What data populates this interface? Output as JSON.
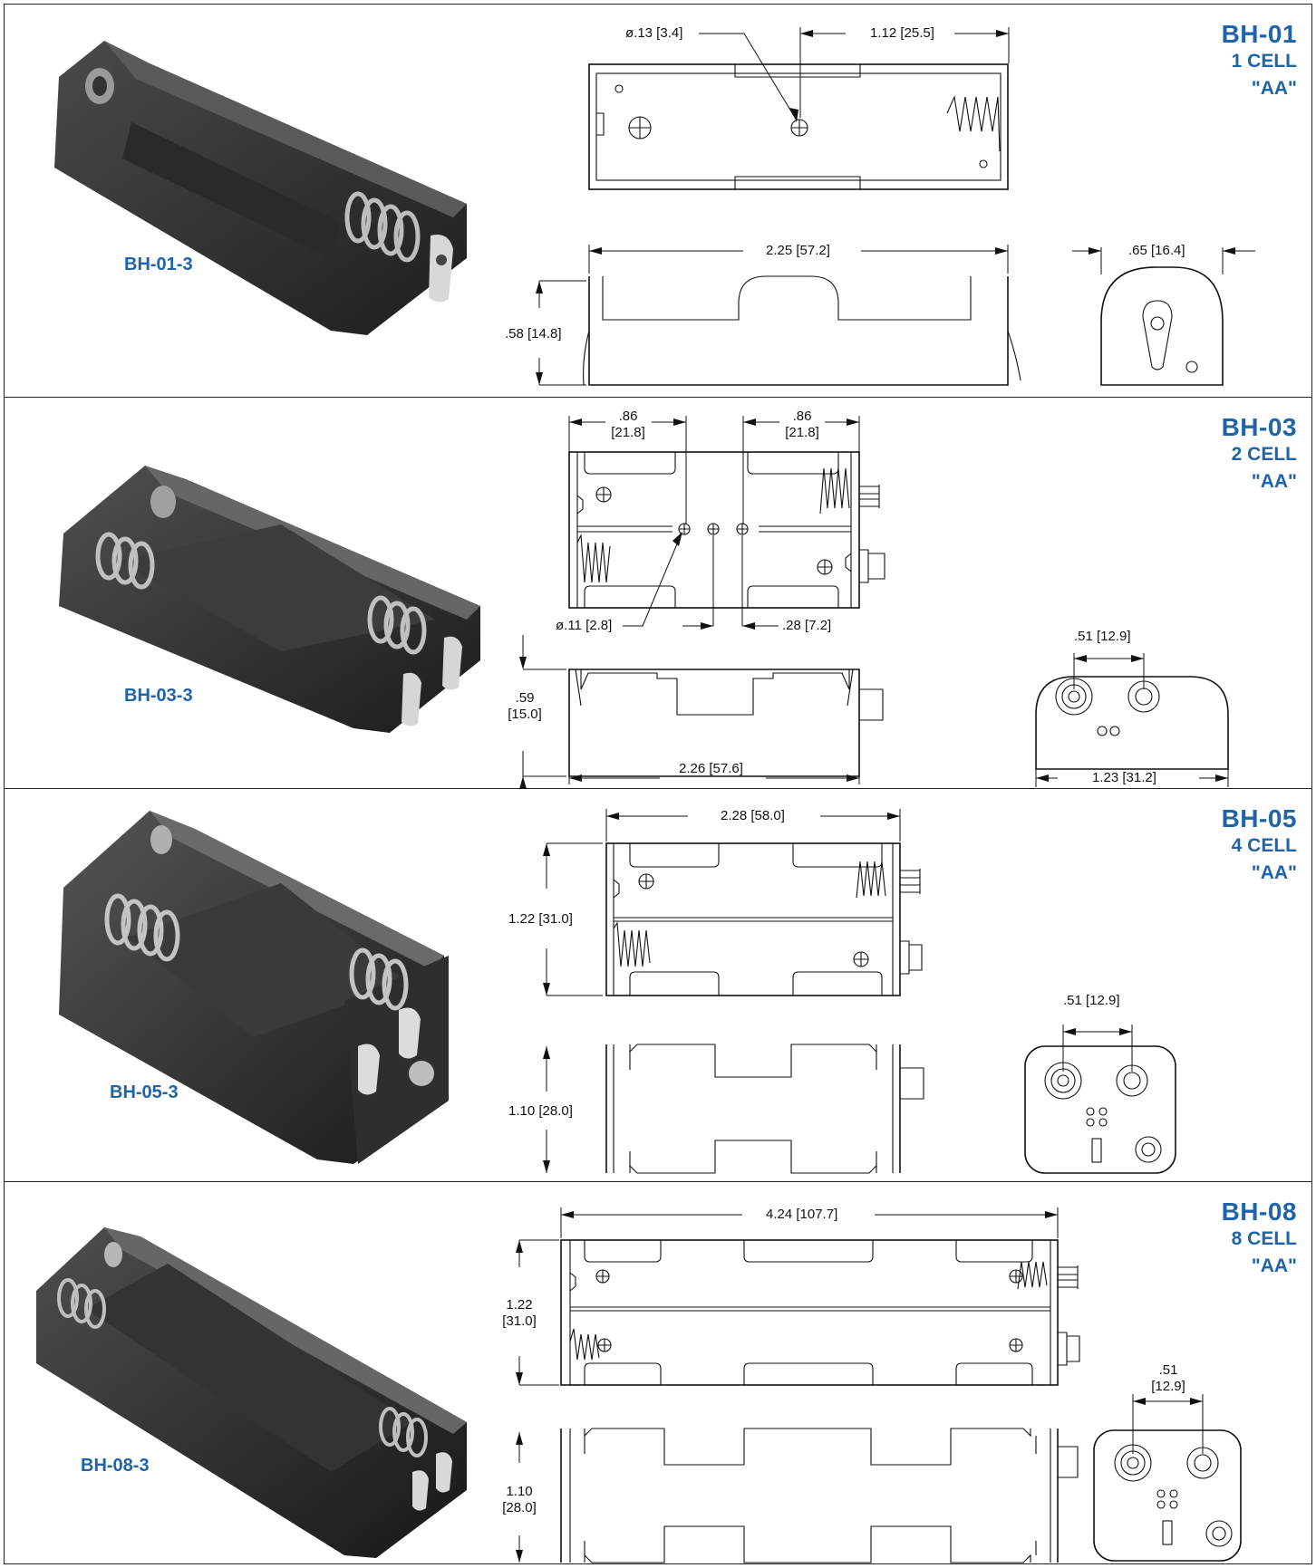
{
  "sections": [
    {
      "code": "BH-01",
      "cells": "1 CELL",
      "type": "\"AA\"",
      "photo_label": "BH-01-3",
      "dims": {
        "hole": "ø.13 [3.4]",
        "hole_offset": "1.12 [25.5]",
        "length": "2.25 [57.2]",
        "height": ".58 [14.8]",
        "end_width": ".65 [16.4]"
      }
    },
    {
      "code": "BH-03",
      "cells": "2 CELL",
      "type": "\"AA\"",
      "photo_label": "BH-03-3",
      "dims": {
        "cell_a_1": ".86",
        "cell_a_2": "[21.8]",
        "cell_b_1": ".86",
        "cell_b_2": "[21.8]",
        "hole": "ø.11 [2.8]",
        "hole_spacing": ".28 [7.2]",
        "height_1": ".59",
        "height_2": "[15.0]",
        "length": "2.26 [57.6]",
        "terminal_spacing": ".51 [12.9]",
        "end_width": "1.23 [31.2]"
      }
    },
    {
      "code": "BH-05",
      "cells": "4 CELL",
      "type": "\"AA\"",
      "photo_label": "BH-05-3",
      "dims": {
        "length": "2.28 [58.0]",
        "width": "1.22 [31.0]",
        "height": "1.10 [28.0]",
        "terminal_spacing": ".51 [12.9]"
      }
    },
    {
      "code": "BH-08",
      "cells": "8 CELL",
      "type": "\"AA\"",
      "photo_label": "BH-08-3",
      "dims": {
        "length": "4.24 [107.7]",
        "width_1": "1.22",
        "width_2": "[31.0]",
        "height_1": "1.10",
        "height_2": "[28.0]",
        "terminal_1": ".51",
        "terminal_2": "[12.9]"
      }
    }
  ]
}
